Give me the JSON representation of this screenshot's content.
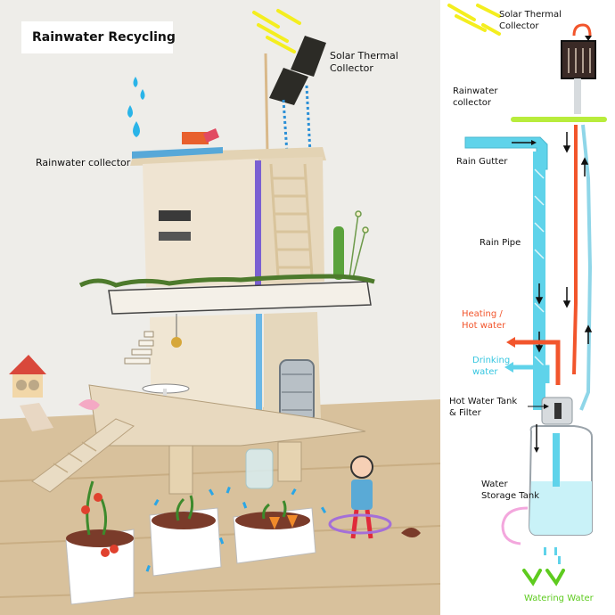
{
  "title": "Rainwater Recycling",
  "photo_labels": {
    "solar_collector": "Solar Thermal\nCollector",
    "rainwater_collector": "Rainwater collector"
  },
  "diagram_labels": {
    "solar_collector": "Solar Thermal\nCollector",
    "rainwater_collector": "Rainwater\ncollector",
    "rain_gutter": "Rain Gutter",
    "rain_pipe": "Rain Pipe",
    "heating": "Heating /\nHot water",
    "drinking": "Drinking\nwater",
    "hot_tank": "Hot Water Tank\n& Filter",
    "storage_tank": "Water\nStorage Tank",
    "watering": "Watering Water"
  },
  "colors": {
    "rain": "#5fd3ea",
    "hot": "#f2552c",
    "lime": "#b8ec3c",
    "sun": "#f4ee1f",
    "pink": "#f3a7dd",
    "heating_text": "#f2552c",
    "drinking_text": "#35c6e0",
    "watering_text": "#5ecb1f"
  }
}
